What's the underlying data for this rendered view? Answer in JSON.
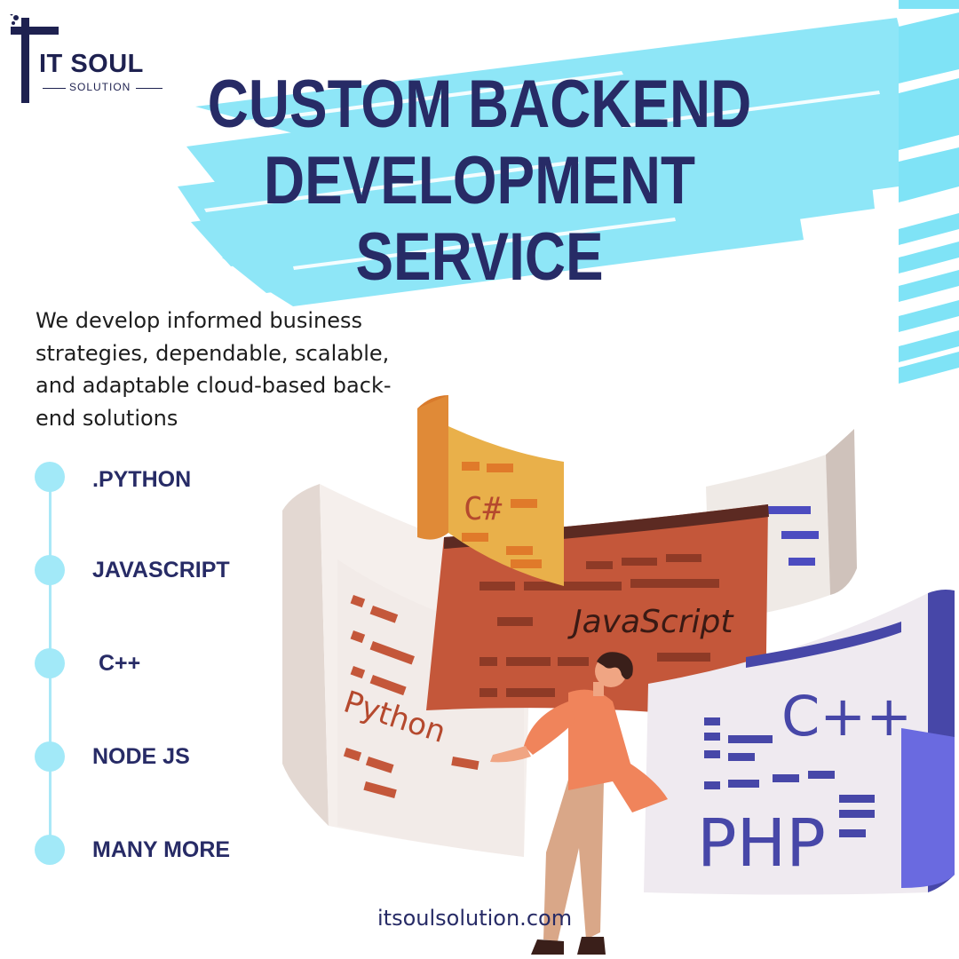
{
  "brand": {
    "name": "IT SOUL",
    "tagline": "SOLUTION"
  },
  "headline": {
    "line1": "CUSTOM BACKEND",
    "line2": "DEVELOPMENT",
    "line3": "SERVICE"
  },
  "description": "We develop informed business strategies, dependable, scalable, and adaptable cloud-based back-end solutions",
  "tech_list": [
    ".PYTHON",
    "JAVASCRIPT",
    " C++",
    "NODE JS",
    "MANY MORE"
  ],
  "illustration": {
    "labels": {
      "csharp": "C#",
      "javascript": "JavaScript",
      "python": "Python",
      "cpp": "C++",
      "php": "PHP"
    }
  },
  "website": "itsoulsolution.com",
  "colors": {
    "navy": "#272b66",
    "cyan": "#7fe3f6",
    "dot": "#a2e9f8",
    "orange": "#e8a33f",
    "rust": "#c4573a",
    "blue_screen": "#4747a8"
  }
}
